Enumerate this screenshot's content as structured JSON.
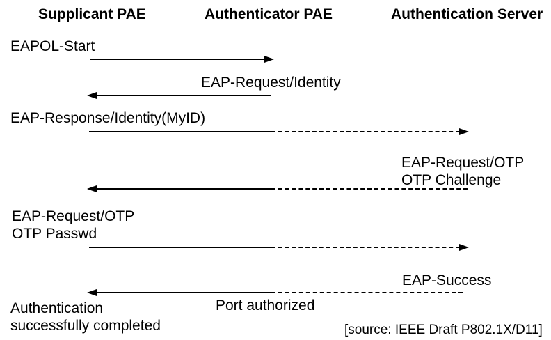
{
  "diagram": {
    "title_implied": "802.1X EAP-OTP message exchange",
    "columns": [
      {
        "label": "Supplicant PAE"
      },
      {
        "label": "Authenticator PAE"
      },
      {
        "label": "Authentication Server"
      }
    ],
    "messages": [
      {
        "lines": [
          "EAPOL-Start"
        ],
        "from": "Supplicant PAE",
        "to": "Authenticator PAE",
        "direction": "right",
        "line_style": "solid"
      },
      {
        "lines": [
          "EAP-Request/Identity"
        ],
        "from": "Authenticator PAE",
        "to": "Supplicant PAE",
        "direction": "left",
        "line_style": "solid"
      },
      {
        "lines": [
          "EAP-Response/Identity(MyID)"
        ],
        "from": "Supplicant PAE",
        "to": "Authentication Server",
        "direction": "right",
        "line_style": "solid-then-dashed"
      },
      {
        "lines": [
          "EAP-Request/OTP",
          "OTP Challenge"
        ],
        "from": "Authentication Server",
        "to": "Supplicant PAE",
        "direction": "left",
        "line_style": "dashed-then-solid"
      },
      {
        "lines": [
          "EAP-Request/OTP",
          "OTP Passwd"
        ],
        "from": "Supplicant PAE",
        "to": "Authentication Server",
        "direction": "right",
        "line_style": "solid-then-dashed"
      },
      {
        "lines": [
          "EAP-Success"
        ],
        "from": "Authentication Server",
        "to": "Supplicant PAE",
        "direction": "left",
        "line_style": "dashed-then-solid",
        "annotation": "Port authorized"
      }
    ],
    "notes": {
      "completion": [
        "Authentication",
        "successfully completed"
      ],
      "source": "[source: IEEE Draft P802.1X/D11]"
    },
    "colors": {
      "background": "#ffffff",
      "foreground": "#000000"
    }
  }
}
